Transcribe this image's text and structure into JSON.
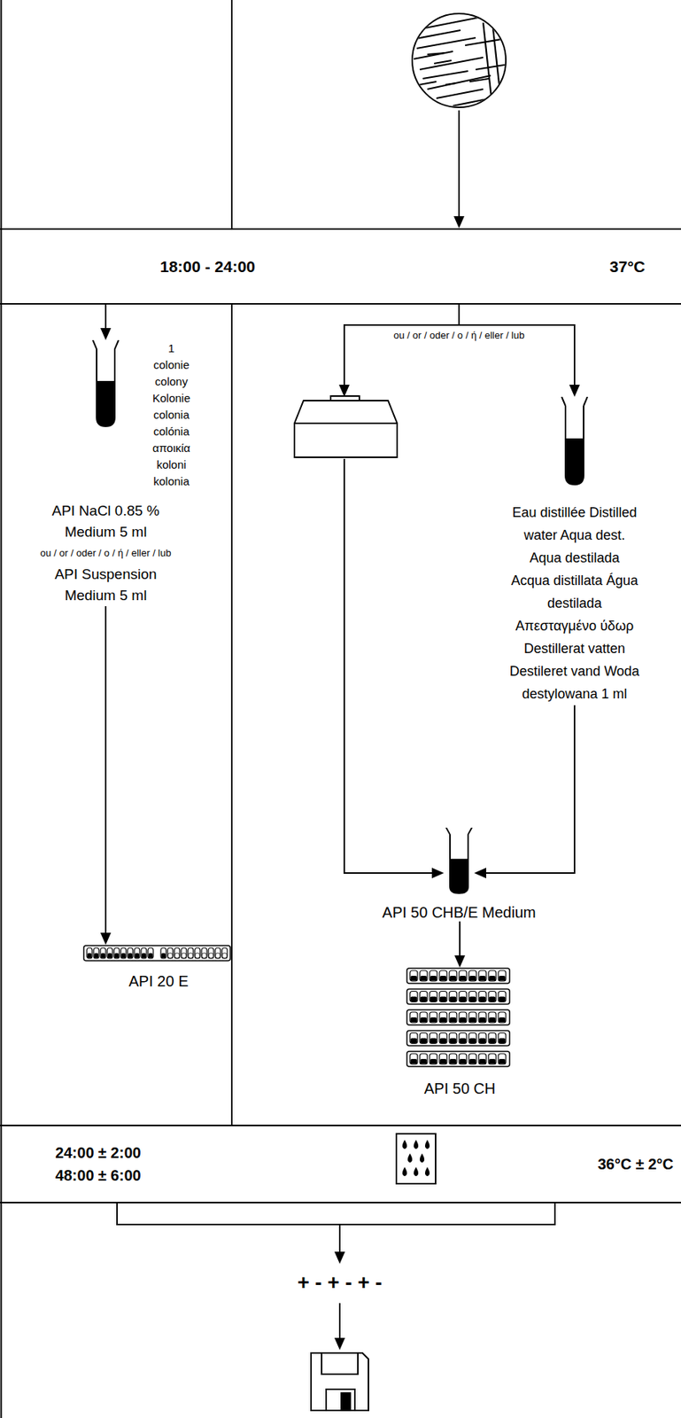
{
  "diagram": {
    "nodes": [
      {
        "text": [
          "18:00 - 24:00",
          "37°C"
        ]
      },
      {
        "text": [
          "1 colonie colony Kolonie colonia colónia αποικία koloni kolonia",
          "API NaCl 0.85 % Medium 5 ml",
          "ou / or / oder / o / ή / eller / lub",
          "API Suspension Medium 5 ml"
        ]
      },
      {
        "text": [
          "Eau distillée Distilled water Aqua dest. Aqua destilada Acqua distillata Água destilada Απεσταγμένο ύδωρ Destillerat vatten Destileret vand Woda destylowana 1 ml"
        ]
      },
      {
        "text": [
          "API 50 CHB/E Medium"
        ]
      },
      {
        "text": [
          "API 20 E"
        ]
      },
      {
        "text": [
          "API 50 CH"
        ]
      },
      {
        "text": [
          "24:00 ± 2:00 48:00 ± 6:00",
          "36°C ± 2°C"
        ]
      }
    ],
    "edges": [
      {
        "from": 0,
        "to": 1,
        "arrow": "to"
      },
      {
        "from": 0,
        "to": 2,
        "arrow": "to"
      },
      {
        "from": 2,
        "to": 3,
        "arrow": "to"
      },
      {
        "from": 1,
        "to": 4,
        "arrow": "to"
      },
      {
        "from": 3,
        "to": 5,
        "arrow": "to"
      }
    ],
    "labels": [
      "ou / or / oder / o / ή / eller / lub",
      "+ - + - + -"
    ]
  }
}
